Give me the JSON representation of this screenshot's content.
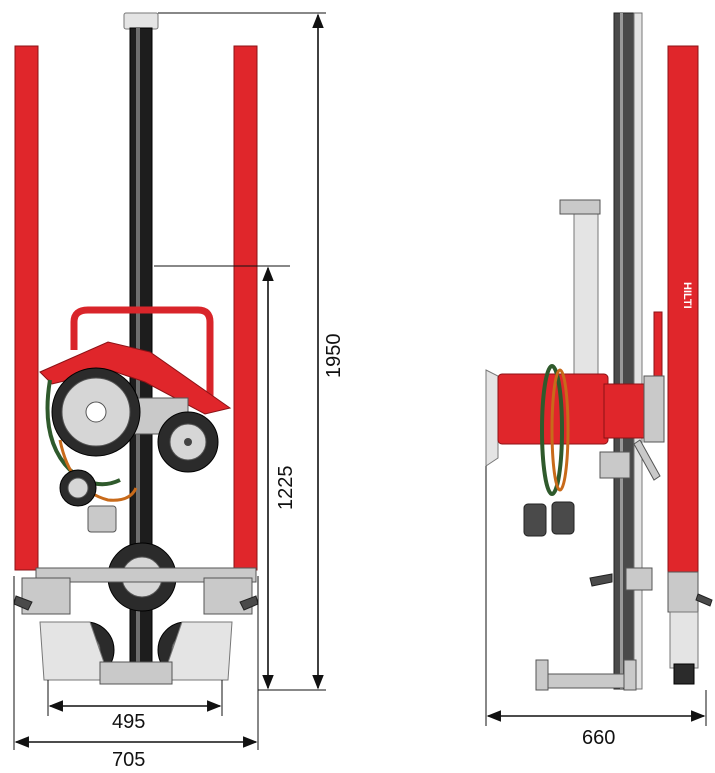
{
  "dimensions": {
    "front_total_height": "1950",
    "front_working_height": "1225",
    "front_inner_width": "495",
    "front_outer_width": "705",
    "side_depth": "660"
  },
  "brand": {
    "logo_text": "HILTI"
  },
  "colors": {
    "frame_red": "#e0262b",
    "steel": "#c9c9c9",
    "dimension_line": "#111111"
  }
}
